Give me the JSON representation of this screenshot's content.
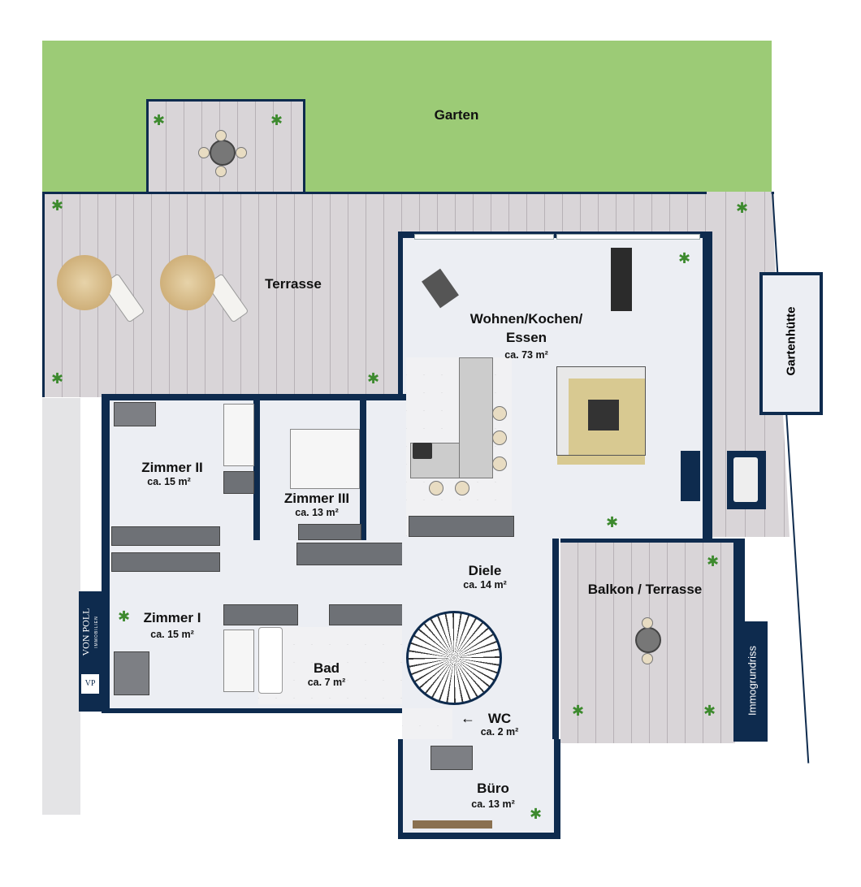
{
  "plan": {
    "outdoor": {
      "garden": "Garten",
      "terrace": "Terrasse",
      "shed": "Gartenhütte",
      "balcony": "Balkon / Terrasse"
    },
    "rooms": [
      {
        "name": "Wohnen/Kochen/",
        "name2": "Essen",
        "area": "ca. 73 m²"
      },
      {
        "name": "Zimmer II",
        "area": "ca. 15 m²"
      },
      {
        "name": "Zimmer III",
        "area": "ca. 13 m²"
      },
      {
        "name": "Diele",
        "area": "ca. 14 m²"
      },
      {
        "name": "Zimmer I",
        "area": "ca. 15 m²"
      },
      {
        "name": "Bad",
        "area": "ca. 7 m²"
      },
      {
        "name": "WC",
        "area": "ca. 2 m²"
      },
      {
        "name": "Büro",
        "area": "ca. 13 m²"
      }
    ],
    "branding": {
      "logo_main": "VON POLL",
      "logo_sub": "IMMOBILIEN",
      "logo_mark": "VP",
      "credit": "Immogrundriss"
    },
    "colors": {
      "wall": "#0e2b4e",
      "garden": "#9ccb76",
      "wood": "#d9d5d8",
      "floor": "#eceef3"
    }
  }
}
